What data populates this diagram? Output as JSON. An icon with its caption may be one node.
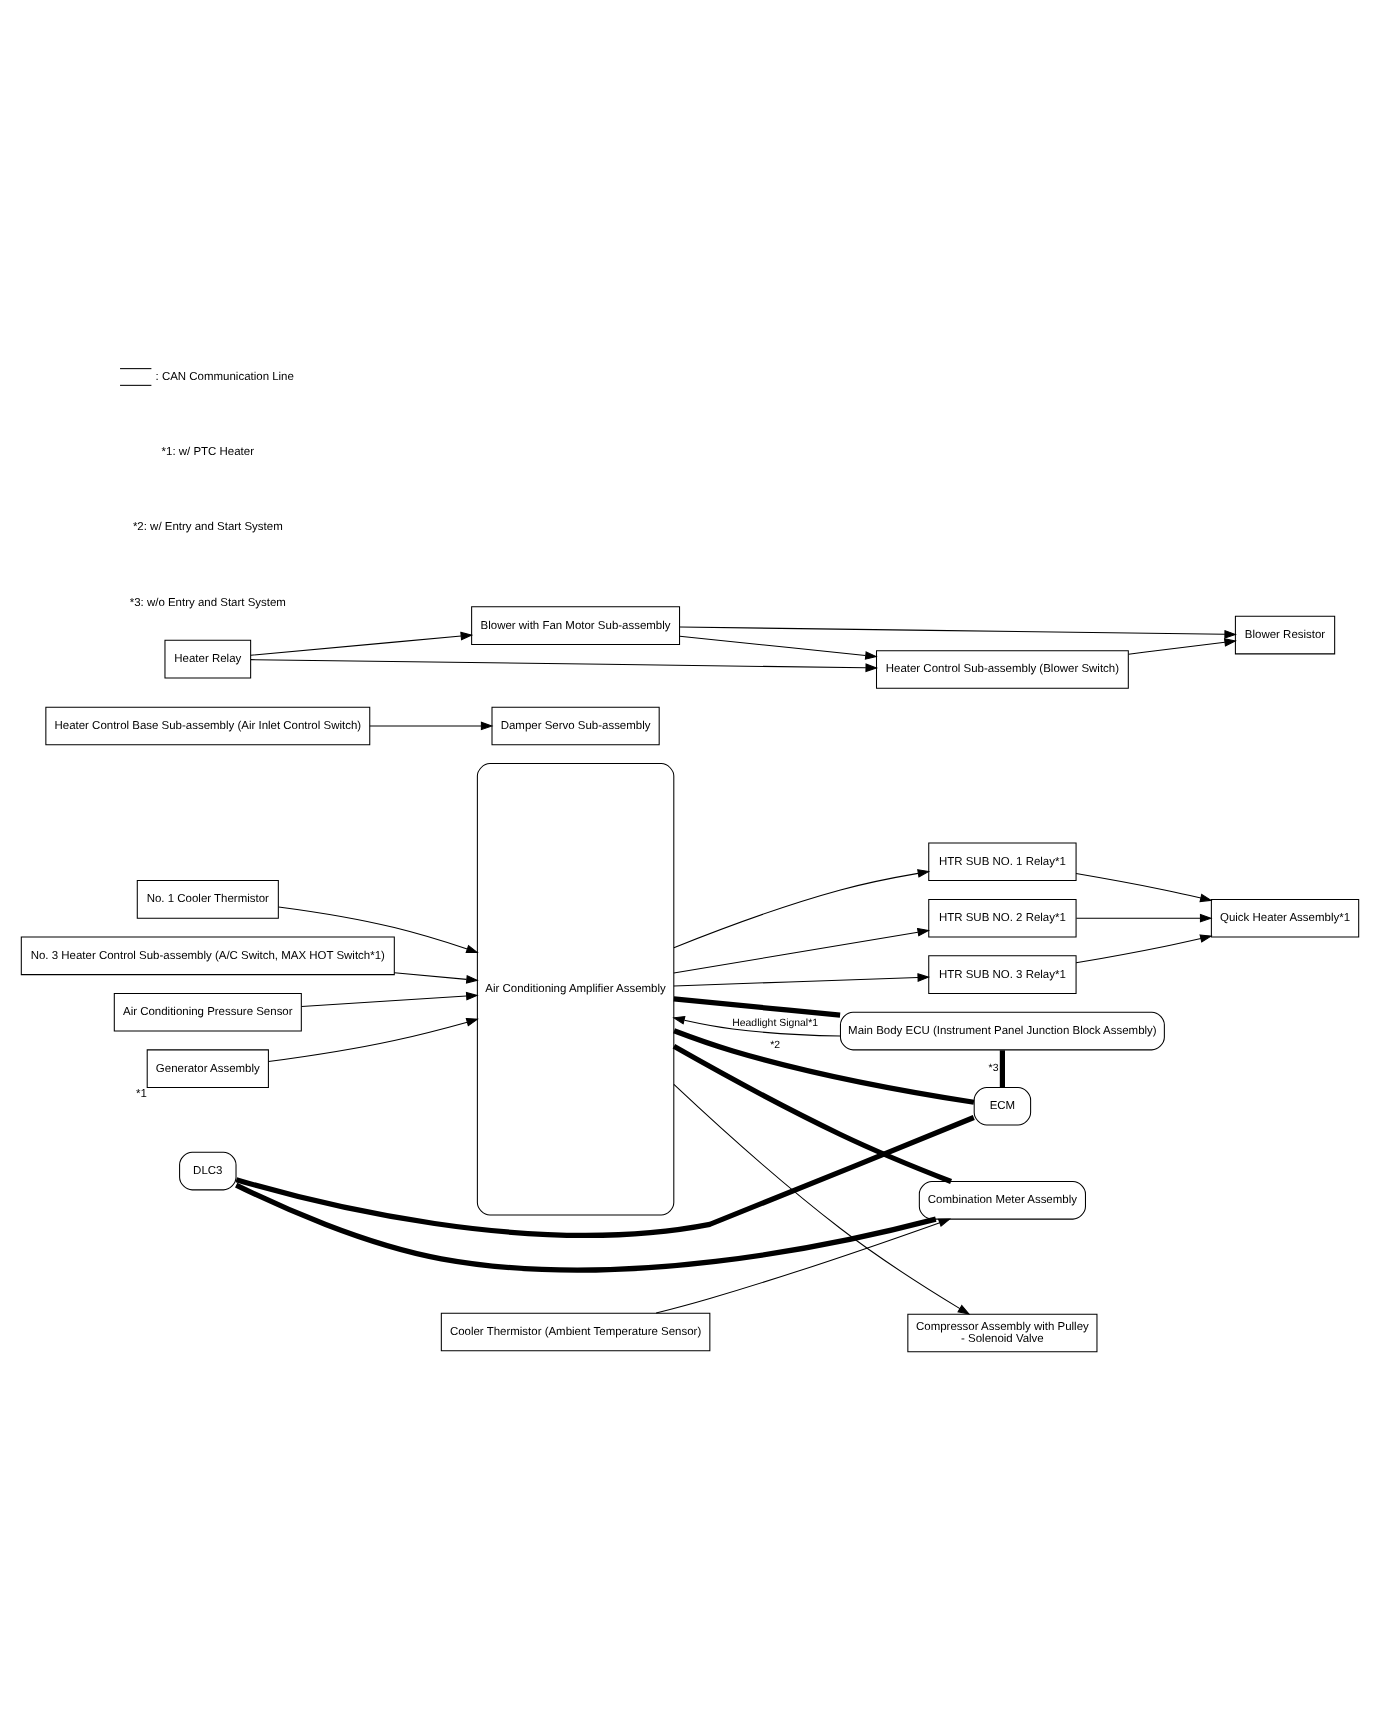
{
  "diagram": {
    "nodes": [
      {
        "text": [
          "Air Conditioning Amplifier Assembly"
        ]
      },
      {
        "text": [
          "No. 1 Cooler Thermistor"
        ]
      },
      {
        "text": [
          "Heater Control Base Sub-assembly (Air Inlet Control Switch)"
        ]
      },
      {
        "text": [
          "Damper Servo Sub-assembly"
        ]
      },
      {
        "text": [
          "Heater Relay"
        ]
      },
      {
        "text": [
          "Blower with Fan Motor Sub-assembly"
        ]
      },
      {
        "text": [
          "Heater Control Sub-assembly (Blower Switch)"
        ]
      },
      {
        "text": [
          "Blower Resistor"
        ]
      },
      {
        "text": [
          "No. 3 Heater Control Sub-assembly (A/C Switch, MAX HOT Switch*1)"
        ]
      },
      {
        "text": [
          "Quick Heater Assembly*1"
        ]
      },
      {
        "text": [
          "HTR SUB NO. 1 Relay*1"
        ]
      },
      {
        "text": [
          "HTR SUB NO. 2 Relay*1"
        ]
      },
      {
        "text": [
          "HTR SUB NO. 3 Relay*1"
        ]
      },
      {
        "text": [
          "Main Body ECU (Instrument Panel Junction Block Assembly)"
        ]
      },
      {
        "text": [
          "ECM"
        ]
      },
      {
        "text": [
          "DLC3"
        ]
      },
      {
        "text": [
          "Combination Meter Assembly"
        ]
      },
      {
        "text": [
          "Cooler Thermistor (Ambient Temperature Sensor)"
        ]
      },
      {
        "text": [
          "Compressor Assembly with Pulley",
          "- Solenoid Valve"
        ]
      },
      {
        "text": [
          "Air Conditioning Pressure Sensor"
        ]
      },
      {
        "text": [
          "Generator Assembly"
        ],
        "beside": [
          "*1"
        ]
      }
    ],
    "edges": [
      {
        "from": 1,
        "to": 0,
        "arrow": "to"
      },
      {
        "from": 2,
        "to": 3,
        "arrow": "to"
      },
      {
        "from": 4,
        "to": 5,
        "arrow": "to"
      },
      {
        "from": 4,
        "to": 6,
        "arrow": "to"
      },
      {
        "from": 5,
        "to": 6,
        "arrow": "to"
      },
      {
        "from": 5,
        "to": 7,
        "arrow": "to"
      },
      {
        "from": 6,
        "to": 7,
        "arrow": "to"
      },
      {
        "from": 8,
        "to": 0,
        "arrow": "to"
      },
      {
        "from": 0,
        "to": 10,
        "arrow": "to"
      },
      {
        "from": 0,
        "to": 11,
        "arrow": "to"
      },
      {
        "from": 0,
        "to": 12,
        "arrow": "to"
      },
      {
        "from": 10,
        "to": 9,
        "arrow": "to"
      },
      {
        "from": 11,
        "to": 9,
        "arrow": "to"
      },
      {
        "from": 12,
        "to": 9,
        "arrow": "to"
      },
      {
        "from": 13,
        "to": 0,
        "arrow": "to",
        "label": "Headlight Signal*1"
      },
      {
        "from": 0,
        "to": 14,
        "arrow": "none",
        "style": "thick",
        "label": "*2"
      },
      {
        "from": 0,
        "to": 13,
        "arrow": "none",
        "style": "thick"
      },
      {
        "from": 13,
        "to": 14,
        "arrow": "none",
        "style": "thick",
        "label": "*3"
      },
      {
        "from": 14,
        "to": 15,
        "arrow": "none",
        "style": "thick"
      },
      {
        "from": 15,
        "to": 16,
        "arrow": "none",
        "style": "thick"
      },
      {
        "from": 0,
        "to": 16,
        "arrow": "none",
        "style": "thick"
      },
      {
        "from": 17,
        "to": 16,
        "arrow": "to"
      },
      {
        "from": 0,
        "to": 18,
        "arrow": "to"
      },
      {
        "from": 19,
        "to": 0,
        "arrow": "to"
      },
      {
        "from": 20,
        "to": 0,
        "arrow": "to"
      }
    ],
    "labels": [
      "*1: w/ PTC Heater",
      "*2: w/ Entry and Start System",
      "*3: w/o Entry and Start System"
    ],
    "legend": [
      {
        "text": ": CAN Communication Line"
      }
    ]
  }
}
